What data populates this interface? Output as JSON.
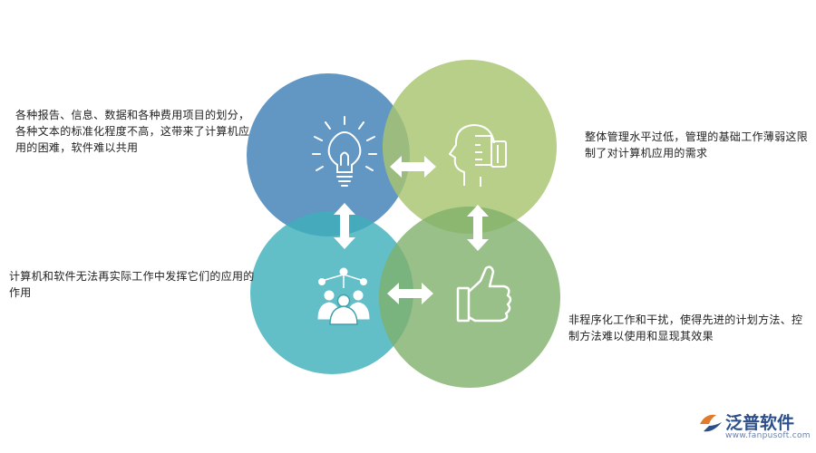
{
  "texts": {
    "top_left": "各种报告、信息、数据和各种费用项目的划分，各种文本的标准化程度不高，这带来了计算机应用的困难，软件难以共用",
    "bottom_left": "计算机和软件无法再实际工作中发挥它们的应用的作用",
    "top_right": "整体管理水平过低，管理的基础工作薄弱这限制了对计算机应用的需求",
    "bottom_right": "非程序化工作和干扰，使得先进的计划方法、控制方法难以使用和显现其效果"
  },
  "brand": {
    "name": "泛普软件",
    "url": "www.fanpusoft.com"
  },
  "colors": {
    "circle_top_left": "#3f7fb6",
    "circle_top_right": "#a8c46f",
    "circle_bottom_left": "#3fb0bb",
    "circle_bottom_right": "#7fb06a",
    "icon": "#ffffff",
    "brand": "#2c4f8c"
  },
  "icons": [
    "lightbulb-icon",
    "head-gear-icon",
    "team-network-icon",
    "thumbs-up-icon",
    "horizontal-double-arrow-icon",
    "vertical-double-arrow-icon"
  ]
}
